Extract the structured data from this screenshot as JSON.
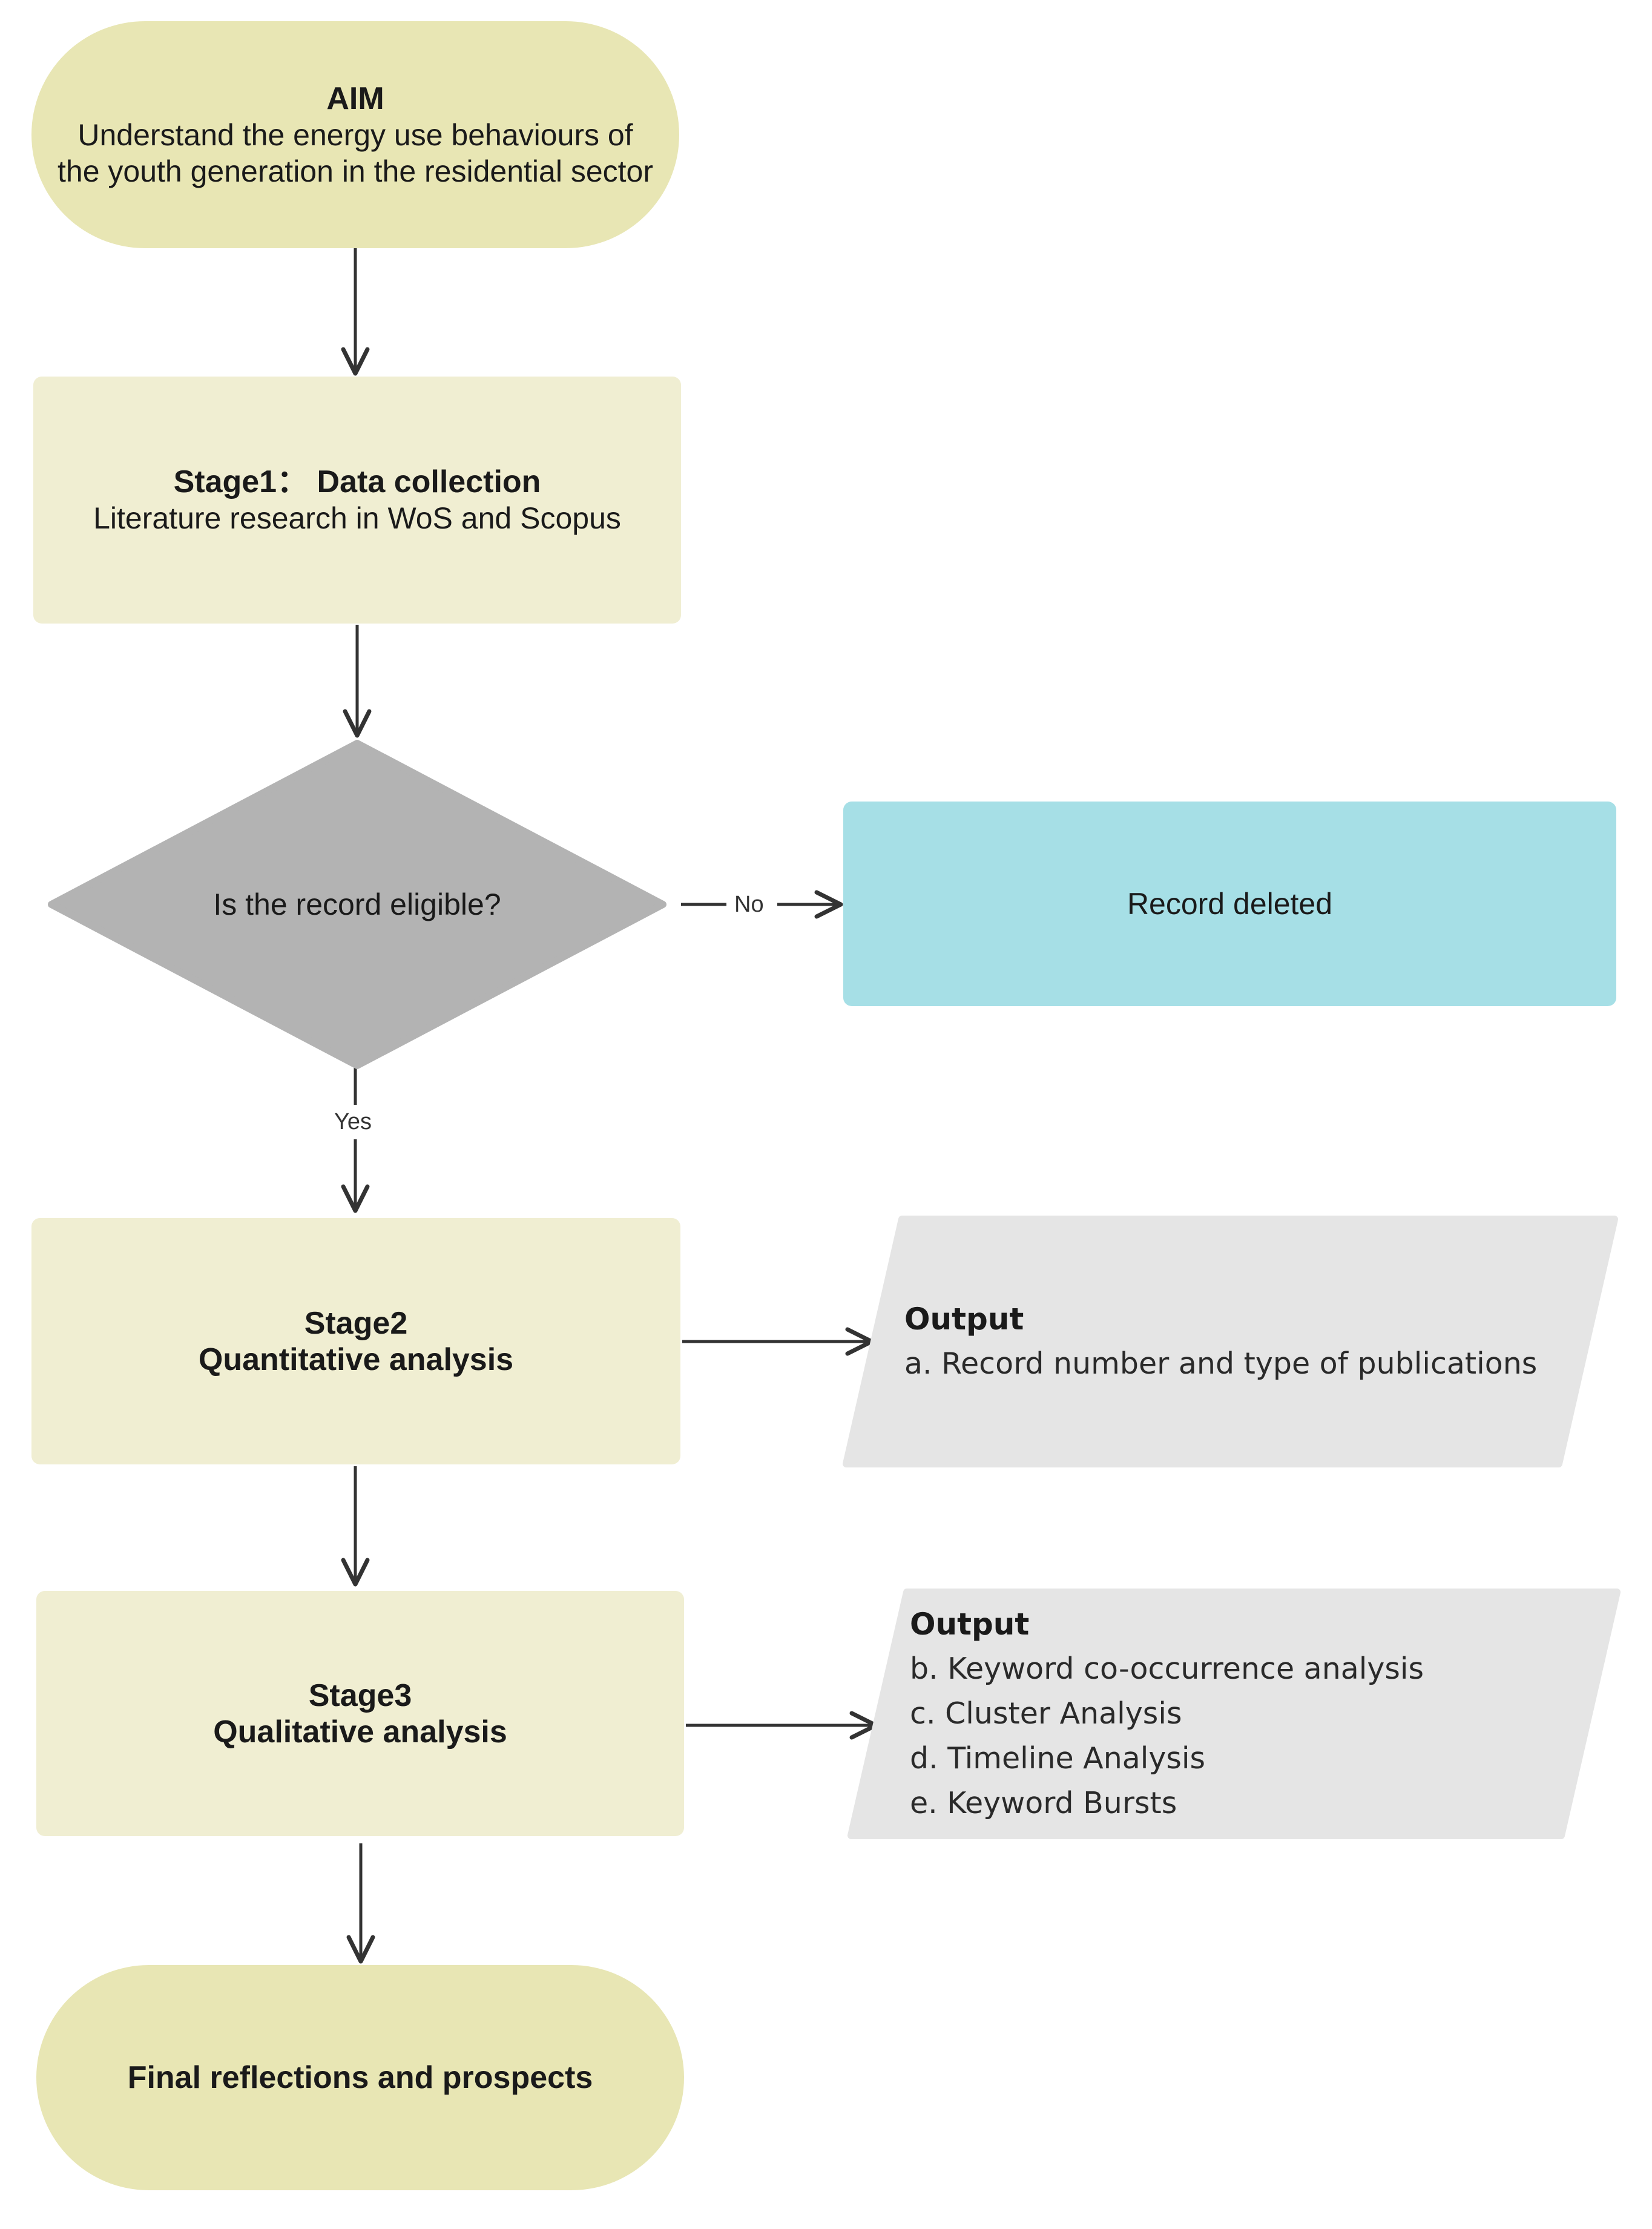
{
  "colors": {
    "terminal": "#e8e6b4",
    "process": "#f0eed2",
    "decision": "#b3b3b3",
    "deleted": "#a6dfe6",
    "output": "#e5e5e5",
    "arrow": "#333333"
  },
  "aim": {
    "title": "AIM",
    "text": "Understand the energy use behaviours of the youth generation in the residential sector"
  },
  "stage1": {
    "title": "Stage1： Data collection",
    "text": "Literature research in WoS and Scopus"
  },
  "decision": {
    "text": "Is the record eligible?",
    "no_label": "No",
    "yes_label": "Yes"
  },
  "deleted": {
    "text": "Record deleted"
  },
  "stage2": {
    "title": "Stage2",
    "subtitle": "Quantitative analysis"
  },
  "output1": {
    "title": "Output",
    "items": [
      "a. Record number and type of publications"
    ]
  },
  "stage3": {
    "title": "Stage3",
    "subtitle": "Qualitative analysis"
  },
  "output2": {
    "title": "Output",
    "items": [
      "b. Keyword co-occurrence analysis",
      "c. Cluster Analysis",
      "d. Timeline Analysis",
      "e. Keyword Bursts"
    ]
  },
  "final": {
    "text": "Final reflections and prospects"
  }
}
